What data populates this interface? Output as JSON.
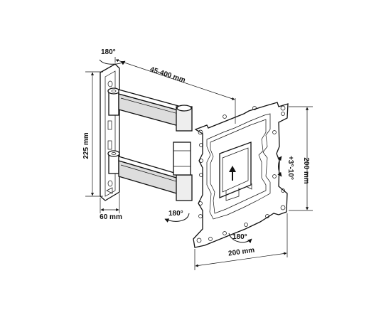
{
  "labels": {
    "top_rotation": "180°",
    "arm_extension": "45-400 mm",
    "wall_height": "225 mm",
    "wall_width": "60 mm",
    "mid_rotation": "180°",
    "plate_rotation": "180°",
    "plate_width": "200 mm",
    "plate_height": "200 mm",
    "tilt": "+3°-10°"
  },
  "colors": {
    "line": "#111111",
    "metal_fill": "#ffffff",
    "arm_fill": "#d9d9d9"
  },
  "icons": {
    "rotation": "curved-arrow-icon",
    "tilt": "tilt-arrow-icon",
    "lock": "up-arrow-icon"
  }
}
